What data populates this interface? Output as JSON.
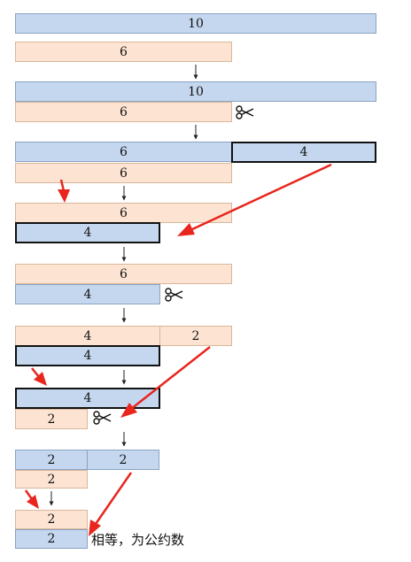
{
  "steps": [
    {
      "bars": [
        {
          "value": "10",
          "color": "blue"
        },
        {
          "value": "6",
          "color": "peach"
        }
      ]
    },
    {
      "bars": [
        {
          "value": "10",
          "color": "blue"
        },
        {
          "value": "6",
          "color": "peach"
        }
      ],
      "icon": "scissors-icon"
    },
    {
      "bars": [
        {
          "value": "6",
          "color": "blue"
        },
        {
          "value": "4",
          "color": "blue",
          "bold": true
        },
        {
          "value": "6",
          "color": "peach"
        }
      ]
    },
    {
      "bars": [
        {
          "value": "6",
          "color": "peach"
        },
        {
          "value": "4",
          "color": "blue",
          "bold": true
        }
      ]
    },
    {
      "bars": [
        {
          "value": "6",
          "color": "peach"
        },
        {
          "value": "4",
          "color": "blue"
        }
      ],
      "icon": "scissors-icon"
    },
    {
      "bars": [
        {
          "value": "4",
          "color": "peach"
        },
        {
          "value": "2",
          "color": "peach"
        },
        {
          "value": "4",
          "color": "blue",
          "bold": true
        }
      ]
    },
    {
      "bars": [
        {
          "value": "4",
          "color": "blue",
          "bold": true
        },
        {
          "value": "2",
          "color": "peach"
        }
      ],
      "icon": "scissors-icon"
    },
    {
      "bars": [
        {
          "value": "2",
          "color": "blue"
        },
        {
          "value": "2",
          "color": "blue"
        },
        {
          "value": "2",
          "color": "peach"
        }
      ]
    },
    {
      "bars": [
        {
          "value": "2",
          "color": "peach"
        },
        {
          "value": "2",
          "color": "blue"
        }
      ],
      "caption": "相等，为公约数"
    }
  ],
  "colors": {
    "blue": "#c4d7ef",
    "peach": "#fde4d2",
    "arrow_red": "#e8261e",
    "connector": "#222222"
  }
}
